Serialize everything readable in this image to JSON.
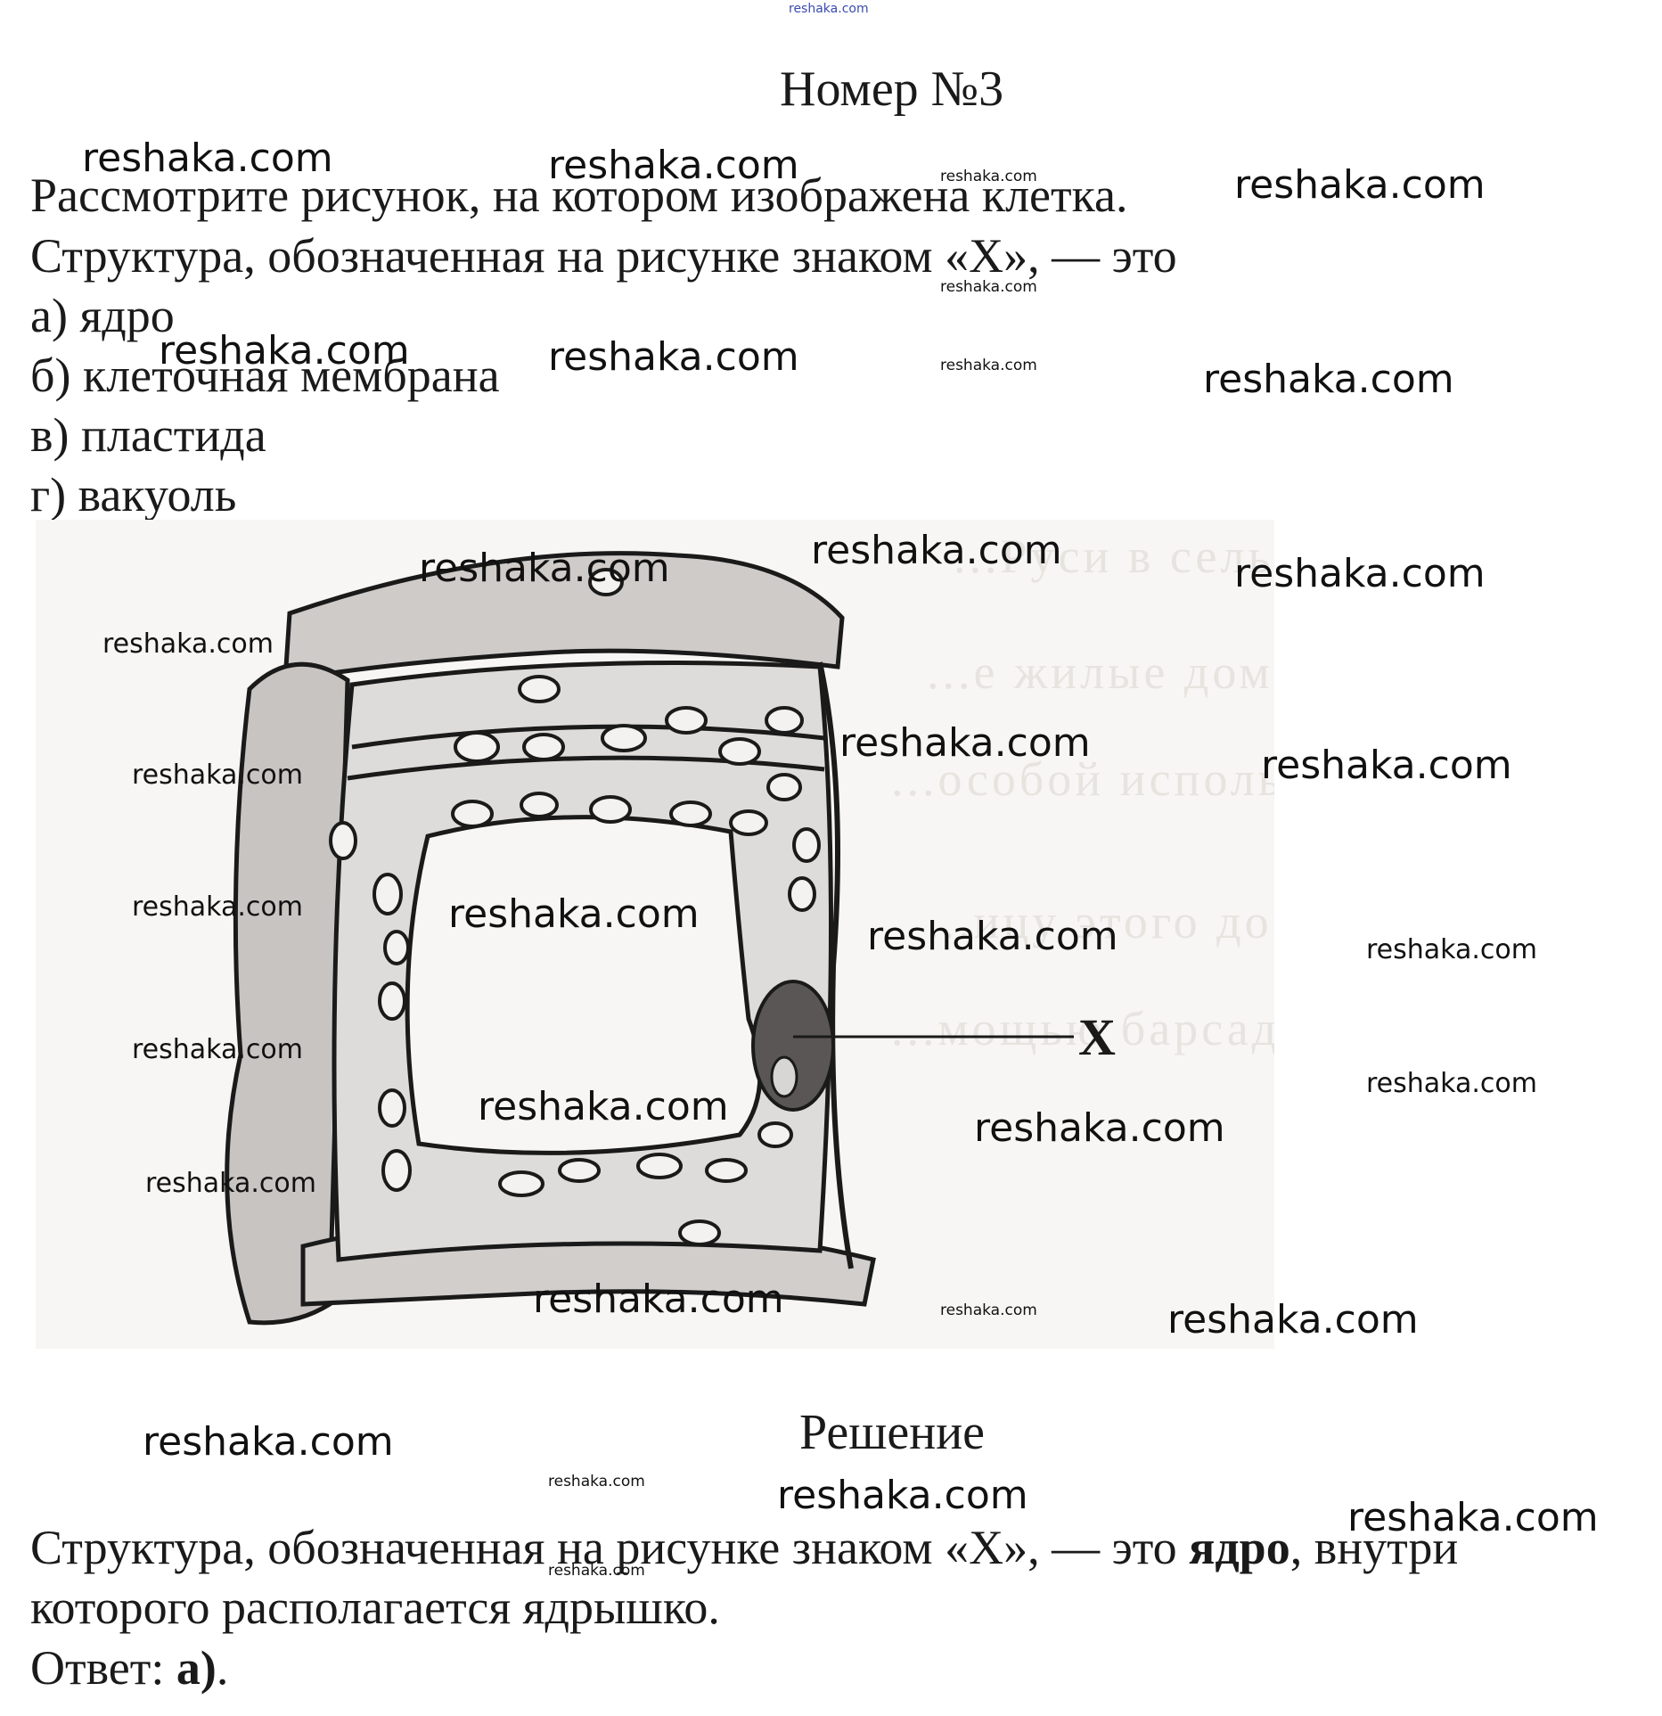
{
  "header": {
    "site_top": "reshaka.com",
    "title": "Номер №3"
  },
  "question": {
    "line1": "Рассмотрите рисунок, на котором изображена клетка.",
    "line2": "Структура, обозначенная на рисунке знаком «X», — это",
    "options": [
      "а) ядро",
      "б) клеточная мембрана",
      "в) пластида",
      "г) вакуоль"
    ]
  },
  "figure": {
    "marker_label": "X",
    "background_text": [
      "...Руси в сельской местности мест...",
      "...е жилые дома...",
      "...особой использования...",
      "...ицу этого досуга...",
      "...мощью барсадра внешних..."
    ]
  },
  "solution": {
    "heading": "Решение",
    "text_part1": "Структура, обозначенная на рисунке знаком «X», — это ",
    "text_bold": "ядро",
    "text_part2": ", внутри",
    "text_line2": "которого располагается ядрышко.",
    "answer_label": "Ответ: ",
    "answer_value": "а)",
    "answer_end": "."
  },
  "watermark_text": "reshaka.com",
  "colors": {
    "text": "#1a1a1a",
    "figure_bg": "#f7f6f4",
    "wall_fill": "#c8c4c2",
    "cytoplasm_fill": "#dcdad8",
    "nucleus_fill": "#5a5656",
    "watermark_top": "#3a4bb0"
  }
}
